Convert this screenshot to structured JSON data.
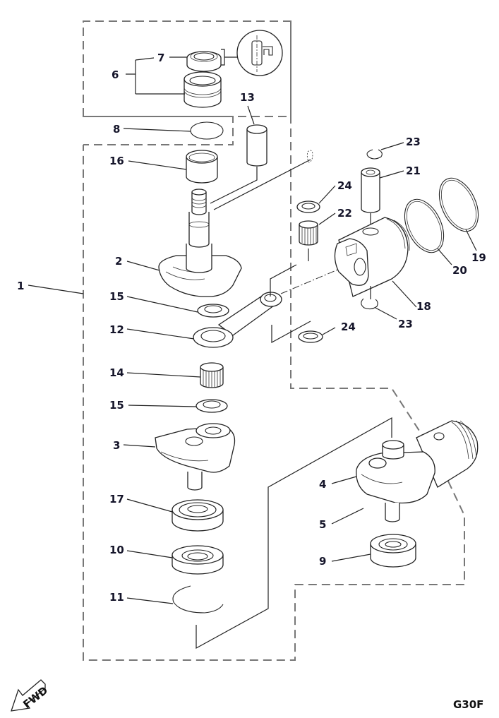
{
  "diagram": {
    "title_code": "G30F",
    "fwd_label": "FWD",
    "callouts": [
      {
        "id": "1",
        "label": "1"
      },
      {
        "id": "2",
        "label": "2"
      },
      {
        "id": "3",
        "label": "3"
      },
      {
        "id": "4",
        "label": "4"
      },
      {
        "id": "5",
        "label": "5"
      },
      {
        "id": "6",
        "label": "6"
      },
      {
        "id": "7",
        "label": "7"
      },
      {
        "id": "8",
        "label": "8"
      },
      {
        "id": "9",
        "label": "9"
      },
      {
        "id": "10",
        "label": "10"
      },
      {
        "id": "11",
        "label": "11"
      },
      {
        "id": "12",
        "label": "12"
      },
      {
        "id": "13",
        "label": "13"
      },
      {
        "id": "14",
        "label": "14"
      },
      {
        "id": "15a",
        "label": "15"
      },
      {
        "id": "15b",
        "label": "15"
      },
      {
        "id": "16",
        "label": "16"
      },
      {
        "id": "17",
        "label": "17"
      },
      {
        "id": "18",
        "label": "18"
      },
      {
        "id": "19",
        "label": "19"
      },
      {
        "id": "20",
        "label": "20"
      },
      {
        "id": "21",
        "label": "21"
      },
      {
        "id": "22",
        "label": "22"
      },
      {
        "id": "23a",
        "label": "23"
      },
      {
        "id": "23b",
        "label": "23"
      },
      {
        "id": "24a",
        "label": "24"
      },
      {
        "id": "24b",
        "label": "24"
      }
    ],
    "colors": {
      "label": "#15152a",
      "line": "#222222",
      "dashed_outline": "#777777",
      "background": "#ffffff"
    }
  }
}
